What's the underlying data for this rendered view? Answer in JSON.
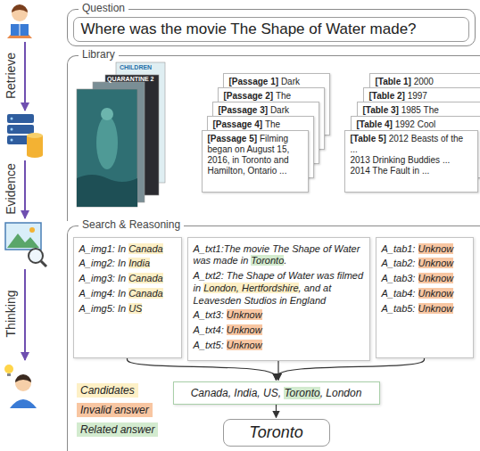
{
  "diagram": {
    "nodes": [
      {
        "text": [
          "Question"
        ]
      },
      {
        "text": [
          "Where was the movie The Shape of Water made?"
        ],
        "in": 0
      },
      {
        "text": [
          "Library"
        ]
      },
      {
        "text": [
          "[Passage 1]",
          "Dark"
        ],
        "in": 2
      },
      {
        "text": [
          "[Passage 2]",
          "The"
        ],
        "in": 2
      },
      {
        "text": [
          "[Passage 3]",
          "Dark"
        ],
        "in": 2
      },
      {
        "text": [
          "[Passage 4]",
          "The"
        ],
        "in": 2
      },
      {
        "text": [
          "[Passage 5]",
          "Filming began on August 15, 2016, in Toronto and Hamilton, Ontario ..."
        ],
        "in": 2
      },
      {
        "text": [
          "[Table 1]",
          "2000"
        ],
        "in": 2
      },
      {
        "text": [
          "[Table 2]",
          "1997"
        ],
        "in": 2
      },
      {
        "text": [
          "[Table 3]",
          "1985 The"
        ],
        "in": 2
      },
      {
        "text": [
          "[Table 4]",
          "1992 Cool"
        ],
        "in": 2
      },
      {
        "text": [
          "[Table 5]",
          "2012 Beasts of the ...",
          "2013 Drinking Buddies ...",
          "2014 The Fault in ..."
        ],
        "in": 2
      },
      {
        "text": [
          "Search & Reasoning"
        ]
      },
      {
        "text": [
          "A_img1: In",
          "Canada",
          "A_img2: In",
          "India",
          "A_img3: In",
          "Canada",
          "A_img4: In",
          "Canada",
          "A_img5: In",
          "US"
        ],
        "in": 13
      },
      {
        "text": [
          "A_txt1:The movie The Shape of Water was made in",
          "Toronto",
          ".",
          "A_txt2: The Shape of Water was filmed in",
          "London, Hertfordshire",
          ", and at Leavesden Studios in England",
          "A_txt3:",
          "Unknow",
          "A_txt4:",
          "Unknow",
          "A_txt5:",
          "Unknow"
        ],
        "in": 13
      },
      {
        "text": [
          "A_tab1:",
          "Unknow",
          "A_tab2:",
          "Unknow",
          "A_tab3:",
          "Unknow",
          "A_tab4:",
          "Unknow",
          "A_tab5:",
          "Unknow"
        ],
        "in": 13
      },
      {
        "text": [
          "Canada, India, US,",
          "Toronto",
          ", London"
        ],
        "in": 13
      },
      {
        "text": [
          "Toronto"
        ],
        "in": 13
      }
    ],
    "edges": [
      {
        "from": 14,
        "to": 17,
        "arrow": "to"
      },
      {
        "from": 15,
        "to": 17,
        "arrow": "to"
      },
      {
        "from": 16,
        "to": 17,
        "arrow": "to"
      },
      {
        "from": 17,
        "to": 18,
        "arrow": "to"
      }
    ],
    "labels": [
      "Retrieve",
      "Evidence",
      "Thinking",
      "CHILDREN",
      "QUARANTINE 2"
    ],
    "legend": [
      {
        "text": "Candidates",
        "color": "#fdf0c6"
      },
      {
        "text": "Invalid answer",
        "color": "#f8c6a2"
      },
      {
        "text": "Related answer",
        "color": "#d3ebcf"
      }
    ]
  }
}
